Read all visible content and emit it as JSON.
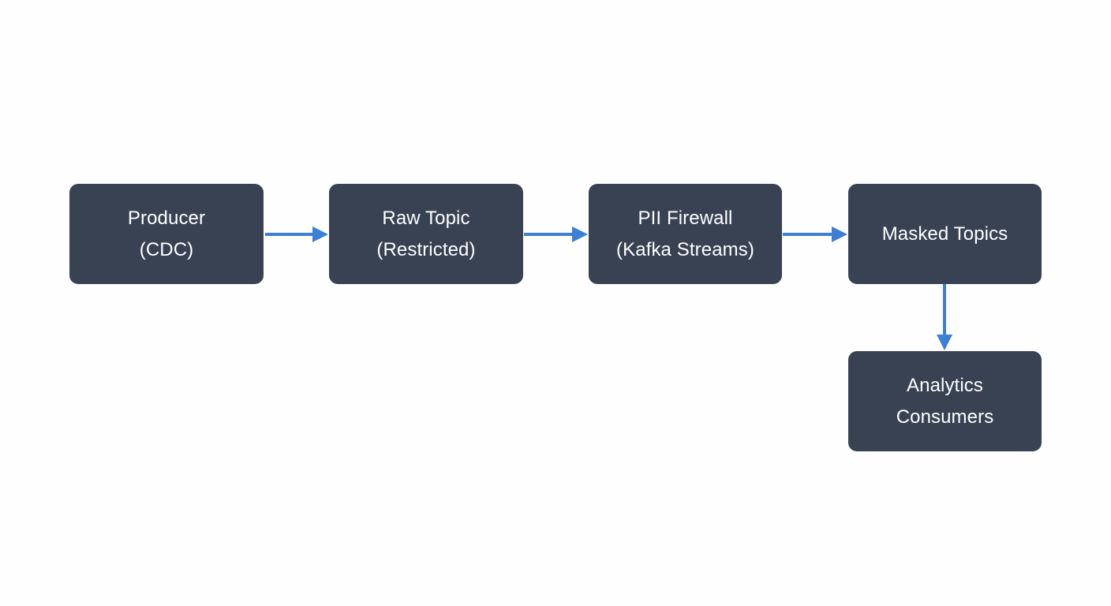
{
  "diagram": {
    "type": "flowchart",
    "orientation": "left-to-right-with-branch",
    "background_color": "#fefefe",
    "node_fill_color": "#394253",
    "node_text_color": "#ffffff",
    "edge_color": "#3d7fd4",
    "nodes": [
      {
        "id": "producer",
        "label": "Producer\n(CDC)"
      },
      {
        "id": "raw_topic",
        "label": "Raw Topic\n(Restricted)"
      },
      {
        "id": "pii_firewall",
        "label": "PII Firewall\n(Kafka Streams)"
      },
      {
        "id": "masked_topics",
        "label": "Masked Topics"
      },
      {
        "id": "analytics",
        "label": "Analytics\nConsumers"
      }
    ],
    "edges": [
      {
        "id": "e1",
        "from": "producer",
        "to": "raw_topic",
        "direction": "right",
        "label": ""
      },
      {
        "id": "e2",
        "from": "raw_topic",
        "to": "pii_firewall",
        "direction": "right",
        "label": ""
      },
      {
        "id": "e3",
        "from": "pii_firewall",
        "to": "masked_topics",
        "direction": "right",
        "label": ""
      },
      {
        "id": "e4",
        "from": "masked_topics",
        "to": "analytics",
        "direction": "down",
        "label": ""
      }
    ]
  }
}
